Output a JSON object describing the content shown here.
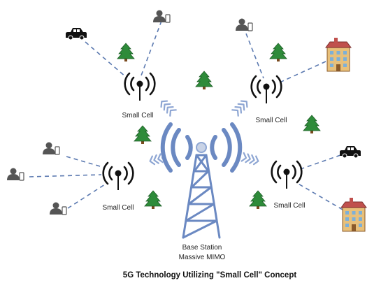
{
  "title": "5G Technology Utilizing \"Small Cell\" Concept",
  "base_station": {
    "line1": "Base Station",
    "line2": "Massive MIMO"
  },
  "small_cell_label": "Small Cell",
  "cells": [
    {
      "id": "top-left",
      "label": "Small Cell"
    },
    {
      "id": "top-right",
      "label": "Small Cell"
    },
    {
      "id": "bottom-left",
      "label": "Small Cell"
    },
    {
      "id": "bottom-right",
      "label": "Small Cell"
    }
  ],
  "icons": {
    "user": "user-with-phone-icon",
    "car": "car-icon",
    "building": "building-icon",
    "tree": "tree-icon",
    "antenna": "small-cell-antenna-icon",
    "tower": "base-station-tower-icon"
  },
  "colors": {
    "tower": "#6b89c2",
    "link": "#5b79b0",
    "chevron": "#8ea6d3",
    "tree": "#2e8b3a"
  }
}
